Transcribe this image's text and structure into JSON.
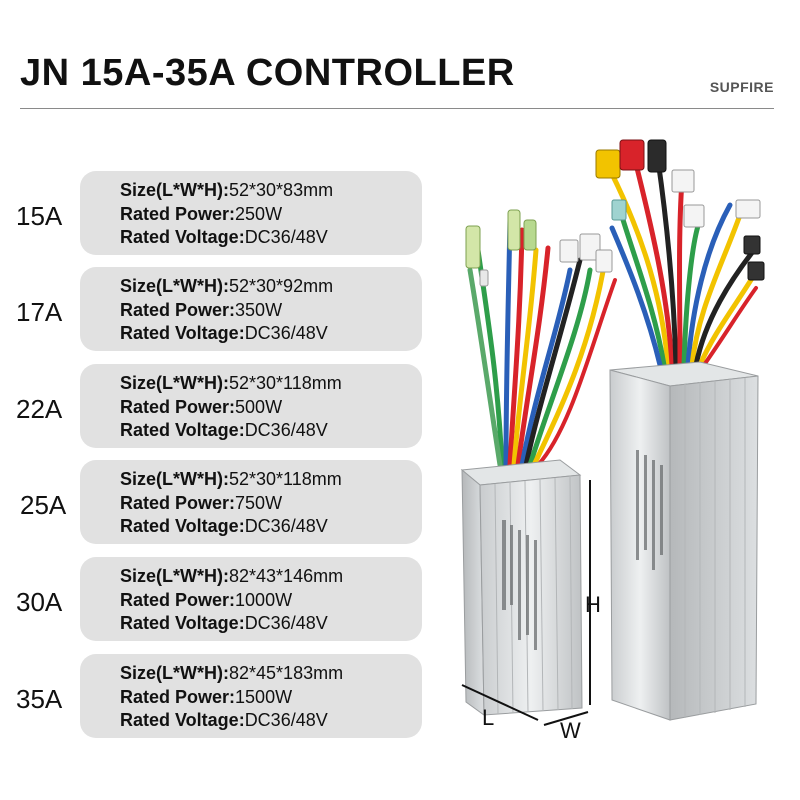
{
  "header": {
    "title": "JN 15A-35A CONTROLLER",
    "brand": "SUPFIRE"
  },
  "specs": [
    {
      "amp": "15A",
      "size_label": "Size(L*W*H):",
      "size_value": "52*30*83mm",
      "power_label": "Rated Power:",
      "power_value": "250W",
      "voltage_label": "Rated Voltage:",
      "voltage_value": "DC36/48V"
    },
    {
      "amp": "17A",
      "size_label": "Size(L*W*H):",
      "size_value": "52*30*92mm",
      "power_label": "Rated Power:",
      "power_value": "350W",
      "voltage_label": "Rated Voltage:",
      "voltage_value": "DC36/48V"
    },
    {
      "amp": "22A",
      "size_label": "Size(L*W*H):",
      "size_value": "52*30*118mm",
      "power_label": "Rated Power:",
      "power_value": "500W",
      "voltage_label": "Rated Voltage:",
      "voltage_value": "DC36/48V"
    },
    {
      "amp": "25A",
      "size_label": "Size(L*W*H):",
      "size_value": "52*30*118mm",
      "power_label": "Rated Power:",
      "power_value": "750W",
      "voltage_label": "Rated Voltage:",
      "voltage_value": "DC36/48V"
    },
    {
      "amp": "30A",
      "size_label": "Size(L*W*H):",
      "size_value": "82*43*146mm",
      "power_label": "Rated Power:",
      "power_value": "1000W",
      "voltage_label": "Rated Voltage:",
      "voltage_value": "DC36/48V"
    },
    {
      "amp": "35A",
      "size_label": "Size(L*W*H):",
      "size_value": "82*45*183mm",
      "power_label": "Rated Power:",
      "power_value": "1500W",
      "voltage_label": "Rated Voltage:",
      "voltage_value": "DC36/48V"
    }
  ],
  "dimensions": {
    "length": "L",
    "width": "W",
    "height": "H"
  },
  "colors": {
    "card_background": "#e1e1e1",
    "casing": "#d9dcde",
    "wire_red": "#d8232a",
    "wire_yellow": "#f2c300",
    "wire_green": "#2e9e4a",
    "wire_blue": "#2a5fb8",
    "wire_black": "#222222"
  }
}
